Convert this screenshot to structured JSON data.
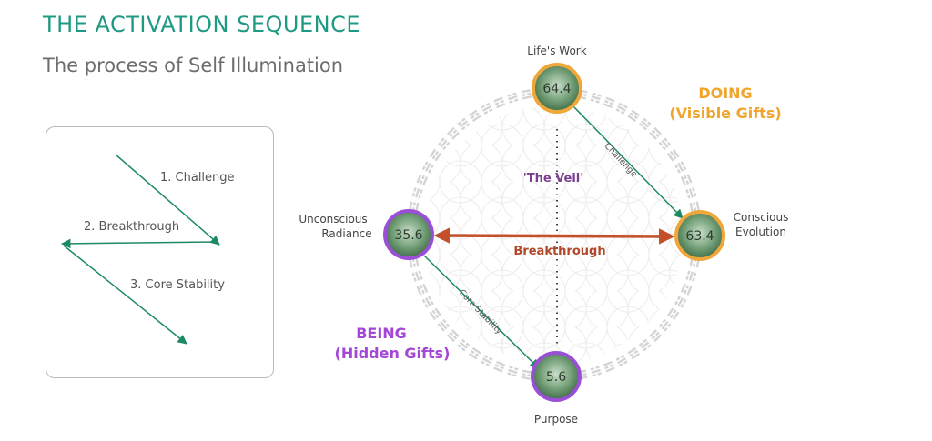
{
  "header": {
    "title": "THE ACTIVATION SEQUENCE",
    "subtitle": "The process of Self Illumination"
  },
  "legend": {
    "step1": "1. Challenge",
    "step2": "2. Breakthrough",
    "step3": "3. Core Stability"
  },
  "nodes": {
    "top": {
      "value": "64.4",
      "label": "Life's Work"
    },
    "left": {
      "value": "35.6",
      "label_line1": "Unconscious",
      "label_line2": "Radiance"
    },
    "right": {
      "value": "63.4",
      "label_line1": "Conscious",
      "label_line2": "Evolution"
    },
    "bottom": {
      "value": "5.6",
      "label": "Purpose"
    }
  },
  "center": {
    "veil": "'The Veil'"
  },
  "arrows": {
    "challenge": "Challenge",
    "breakthrough": "Breakthrough",
    "core_stability": "Core Stability"
  },
  "groups": {
    "doing_line1": "DOING",
    "doing_line2": "(Visible Gifts)",
    "being_line1": "BEING",
    "being_line2": "(Hidden Gifts)"
  },
  "colors": {
    "title": "#1f9a82",
    "green_arrow": "#1d8a63",
    "breakthrough": "#c2502a",
    "doing": "#f0a42c",
    "being": "#a347d6",
    "node_ring_orange": "#f0a73a",
    "node_ring_purple": "#9b4fd6"
  }
}
